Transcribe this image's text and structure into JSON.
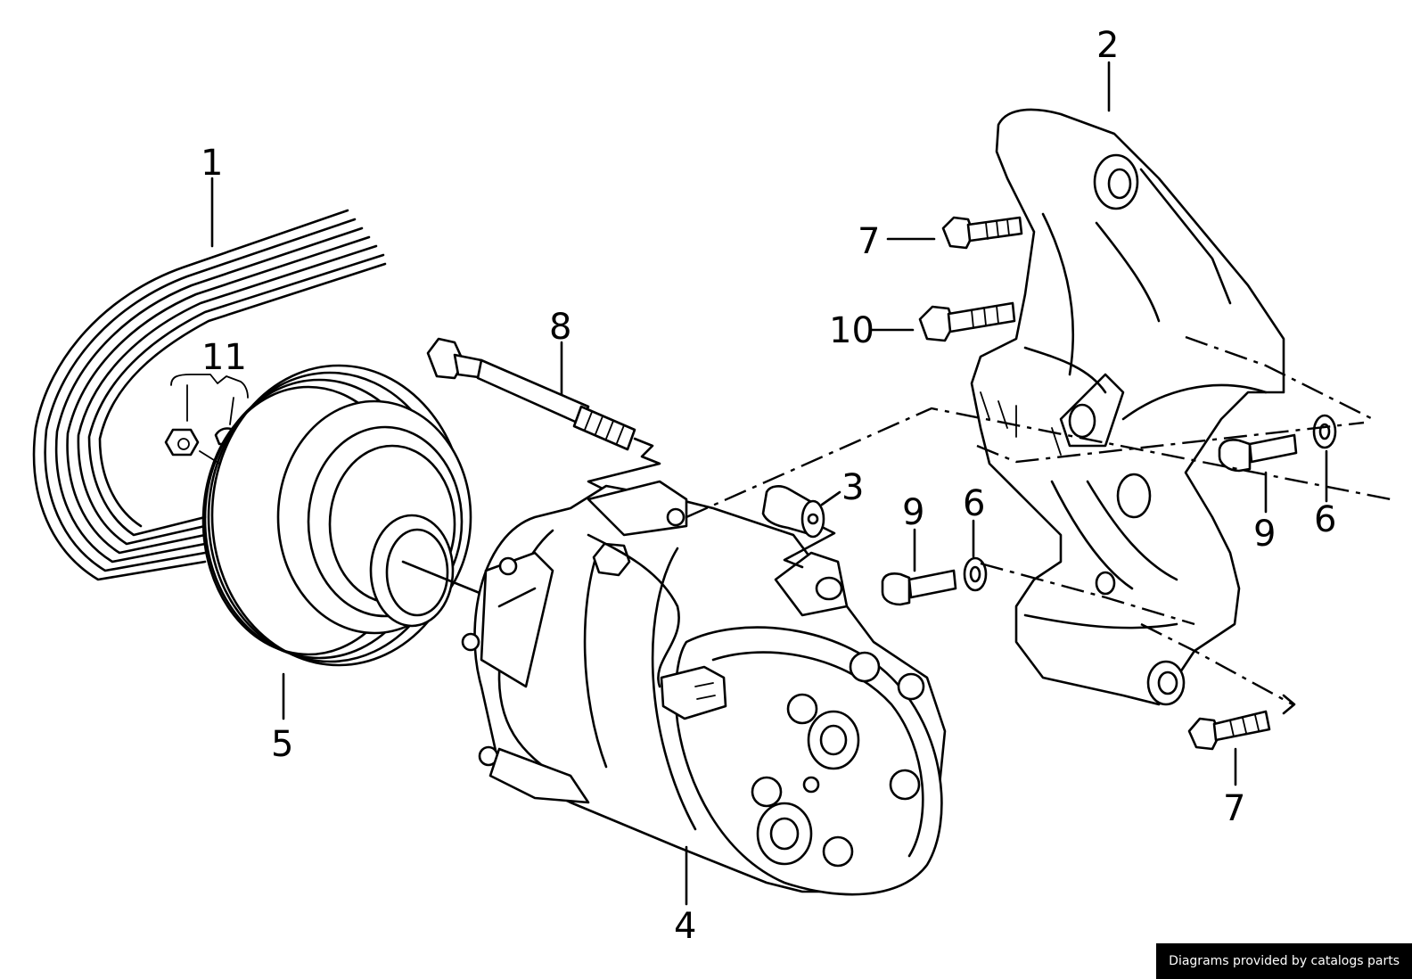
{
  "diagram": {
    "callouts": [
      {
        "id": "belt",
        "text": "1"
      },
      {
        "id": "bracket",
        "text": "2"
      },
      {
        "id": "bushing",
        "text": "3"
      },
      {
        "id": "compressor",
        "text": "4"
      },
      {
        "id": "pulley",
        "text": "5"
      },
      {
        "id": "washer-upper",
        "text": "6"
      },
      {
        "id": "washer-lower",
        "text": "6"
      },
      {
        "id": "bolt-upper",
        "text": "7"
      },
      {
        "id": "bolt-lower",
        "text": "7"
      },
      {
        "id": "long-bolt",
        "text": "8"
      },
      {
        "id": "bolt-small-upper",
        "text": "9"
      },
      {
        "id": "bolt-small-lower",
        "text": "9"
      },
      {
        "id": "bolt-mid",
        "text": "10"
      },
      {
        "id": "nut-key",
        "text": "11"
      }
    ]
  },
  "footer": {
    "credit": "Diagrams provided by catalogs parts"
  }
}
